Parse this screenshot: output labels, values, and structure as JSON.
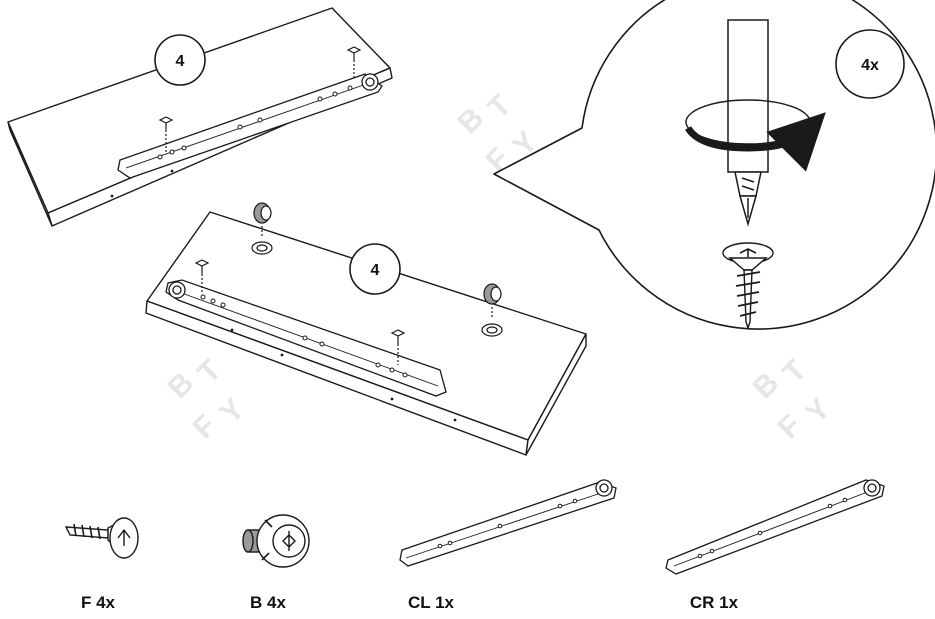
{
  "steps": {
    "top_panel_count": "4",
    "bottom_panel_count": "4",
    "detail_count": "4x"
  },
  "parts": [
    {
      "label": "F 4x",
      "icon": "screw-icon"
    },
    {
      "label": "B 4x",
      "icon": "cam-dowel-icon"
    },
    {
      "label": "CL 1x",
      "icon": "left-rail-icon"
    },
    {
      "label": "CR 1x",
      "icon": "right-rail-icon"
    }
  ],
  "colors": {
    "line": "#1a1a1a",
    "background": "#ffffff",
    "watermark": "#e6e6e6",
    "cam_fill": "#9a9a9a"
  }
}
